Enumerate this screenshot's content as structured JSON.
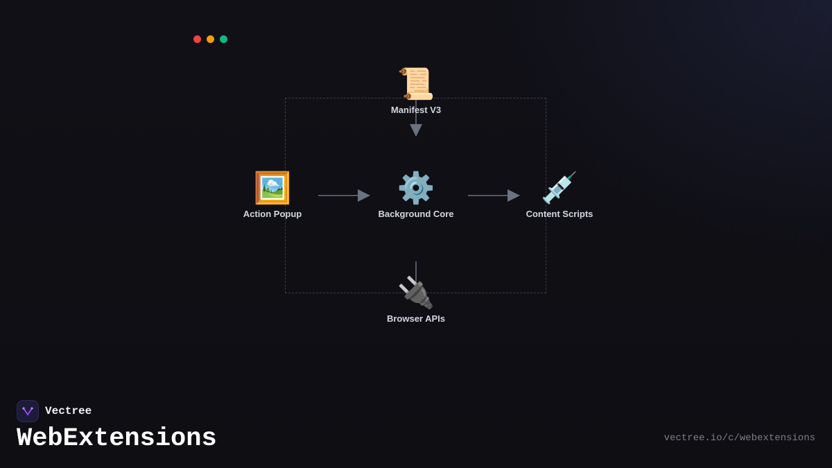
{
  "window": {
    "controls": [
      "close",
      "minimize",
      "maximize"
    ],
    "colors": {
      "close": "#ef4444",
      "minimize": "#f59e0b",
      "maximize": "#10b981"
    }
  },
  "diagram": {
    "nodes": {
      "manifest": {
        "icon": "📜",
        "icon_name": "scroll-icon",
        "label": "Manifest V3"
      },
      "popup": {
        "icon": "🖼️",
        "icon_name": "framed-picture-icon",
        "label": "Action Popup"
      },
      "background": {
        "icon": "⚙️",
        "icon_name": "gear-icon",
        "label": "Background Core"
      },
      "content": {
        "icon": "💉",
        "icon_name": "syringe-icon",
        "label": "Content Scripts"
      },
      "browser": {
        "icon": "🔌",
        "icon_name": "plug-icon",
        "label": "Browser APIs"
      }
    },
    "edges": [
      {
        "from": "manifest",
        "to": "background"
      },
      {
        "from": "popup",
        "to": "background"
      },
      {
        "from": "background",
        "to": "content"
      },
      {
        "from": "background",
        "to": "browser"
      }
    ],
    "connector_color": "#6b7280",
    "group_border_color": "#3d3f4a"
  },
  "footer": {
    "brand_name": "Vectree",
    "title": "WebExtensions",
    "url": "vectree.io/c/webextensions",
    "logo_accent": "#a855f7"
  }
}
